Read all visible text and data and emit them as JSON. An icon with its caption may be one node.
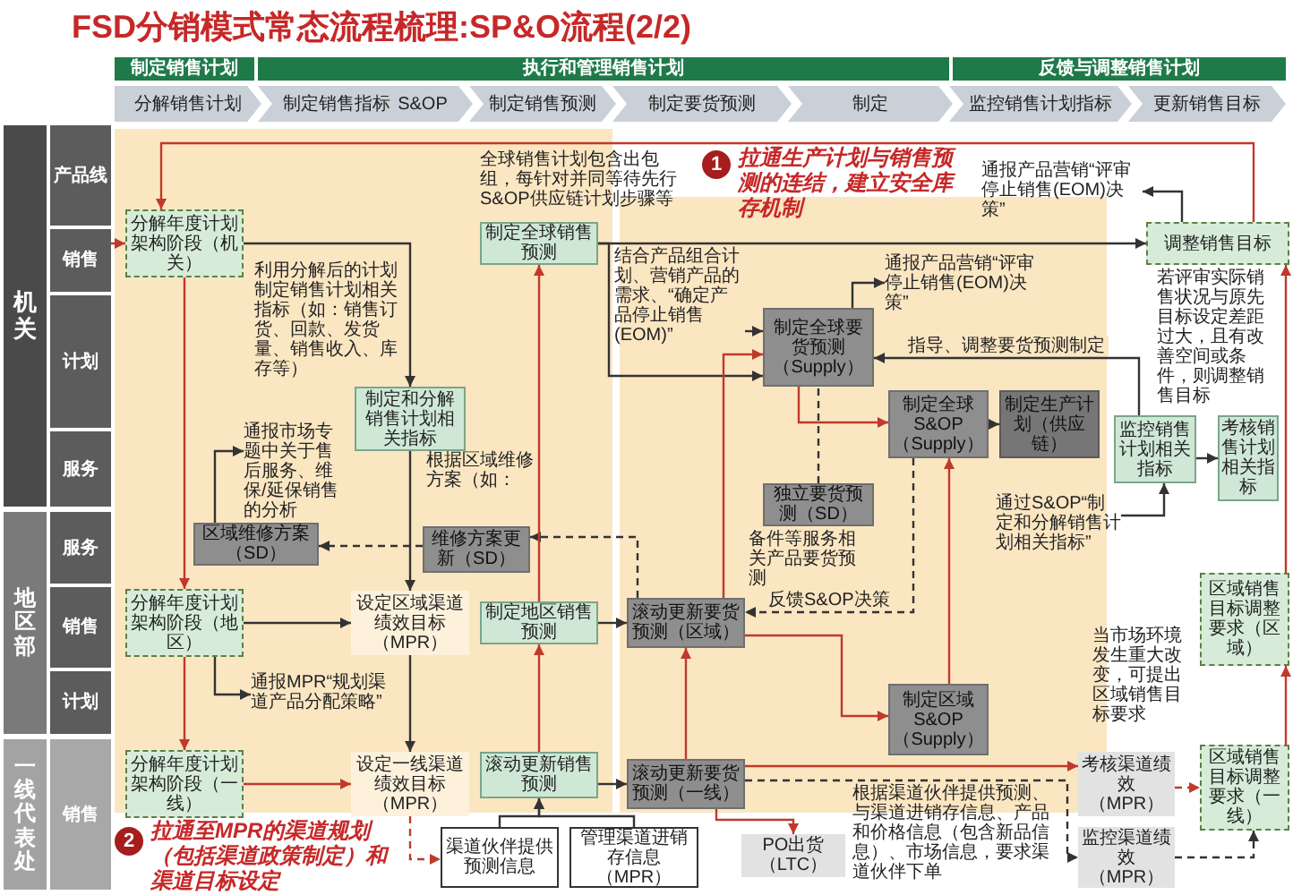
{
  "diagram": {
    "title": "FSD分销模式常态流程梳理:SP&O流程(2/2)",
    "nodes": [
      {
        "text": [
          "制定销售计划"
        ]
      },
      {
        "text": [
          "执行和管理销售计划"
        ]
      },
      {
        "text": [
          "反馈与调整销售计划"
        ]
      },
      {
        "text": [
          "分解销售计划"
        ]
      },
      {
        "text": [
          "制定销售指标",
          "S&OP"
        ]
      },
      {
        "text": [
          "制定销售预测"
        ]
      },
      {
        "text": [
          "制定要货预测"
        ]
      },
      {
        "text": [
          "制定"
        ]
      },
      {
        "text": [
          "监控销售计划指标"
        ]
      },
      {
        "text": [
          "更新销售目标"
        ]
      },
      {
        "text": [
          "机关"
        ]
      },
      {
        "text": [
          "产品线"
        ]
      },
      {
        "text": [
          "销售"
        ]
      },
      {
        "text": [
          "计划"
        ]
      },
      {
        "text": [
          "服务"
        ]
      },
      {
        "text": [
          "地区部"
        ]
      },
      {
        "text": [
          "服务"
        ]
      },
      {
        "text": [
          "销售"
        ]
      },
      {
        "text": [
          "计划"
        ]
      },
      {
        "text": [
          "一线代表处"
        ]
      },
      {
        "text": [
          "销售"
        ]
      },
      {
        "text": [
          "分解年度计划架构阶段（机关）"
        ]
      },
      {
        "text": [
          "制定和分解销售计划相关指标"
        ]
      },
      {
        "text": [
          "制定全球销售预测"
        ]
      },
      {
        "text": [
          "制定全球要货预测（Supply）"
        ]
      },
      {
        "text": [
          "制定全球S&OP（Supply）"
        ]
      },
      {
        "text": [
          "制定生产计划（供应链）"
        ]
      },
      {
        "text": [
          "独立要货预测（SD）"
        ],
        "beside": [
          "备件等服务相关产品要货预测"
        ]
      },
      {
        "text": [
          "监控销售计划相关指标"
        ]
      },
      {
        "text": [
          "考核销售计划相关指标"
        ]
      },
      {
        "text": [
          "调整销售目标"
        ]
      },
      {
        "text": [
          "区域维修方案（SD）"
        ]
      },
      {
        "text": [
          "维修方案更新（SD）"
        ]
      },
      {
        "text": [
          "分解年度计划架构阶段（地区）"
        ]
      },
      {
        "text": [
          "设定区域渠道绩效目标（MPR）"
        ]
      },
      {
        "text": [
          "制定地区销售预测"
        ]
      },
      {
        "text": [
          "滚动更新要货预测（区域）"
        ]
      },
      {
        "text": [
          "制定区域S&OP（Supply）"
        ]
      },
      {
        "text": [
          "分解年度计划架构阶段（一线）"
        ]
      },
      {
        "text": [
          "设定一线渠道绩效目标（MPR）"
        ]
      },
      {
        "text": [
          "滚动更新销售预测"
        ]
      },
      {
        "text": [
          "滚动更新要货预测（一线）"
        ]
      },
      {
        "text": [
          "渠道伙伴提供预测信息"
        ]
      },
      {
        "text": [
          "管理渠道进销存信息（MPR）"
        ]
      },
      {
        "text": [
          "PO出货（LTC）"
        ]
      },
      {
        "text": [
          "考核渠道绩效（MPR）"
        ]
      },
      {
        "text": [
          "监控渠道绩效（MPR）"
        ]
      },
      {
        "text": [
          "区域销售目标调整要求（区域）"
        ]
      },
      {
        "text": [
          "区域销售目标调整要求（一线）"
        ]
      },
      {
        "text": [
          "1"
        ],
        "beside": [
          "拉通生产计划与销售预测的连结，建立安全库存机制"
        ]
      },
      {
        "text": [
          "2"
        ],
        "beside": [
          "拉通至MPR的渠道规划（包括渠道政策制定）和渠道目标设定"
        ]
      },
      {
        "text": [
          "通报市场专题中关于售后服务、维保/延保销售的分析"
        ]
      },
      {
        "text": [
          "通报MPR“规划渠道产品分配策略”"
        ]
      },
      {
        "text": [
          "通报产品营销“评审停止销售(EOM)决策”"
        ]
      },
      {
        "text": [
          "通报产品营销“评审停止销售(EOM)决策”"
        ]
      },
      {
        "text": [
          "通过S&OP“制定和分解销售计划相关指标”"
        ]
      },
      {
        "text": [
          "结合产品组合计划、营销产品的需求、“确定产品停止销售(EOM)”"
        ]
      }
    ],
    "edges": [
      {
        "from": 12,
        "to": 21,
        "arrow": "to",
        "style": "dashed",
        "color": "#c0392b"
      },
      {
        "from": 21,
        "to": 22,
        "arrow": "to"
      },
      {
        "from": 21,
        "to": 33,
        "arrow": "to",
        "color": "#c0392b"
      },
      {
        "from": 33,
        "to": 38,
        "arrow": "to",
        "color": "#c0392b"
      },
      {
        "from": 30,
        "to": 21,
        "arrow": "to",
        "color": "#c0392b"
      },
      {
        "from": 47,
        "to": 30,
        "arrow": "to",
        "color": "#c0392b"
      },
      {
        "from": 48,
        "to": 47,
        "arrow": "to",
        "color": "#c0392b"
      },
      {
        "from": 23,
        "to": 30,
        "arrow": "to"
      },
      {
        "from": 23,
        "to": 24,
        "arrow": "to"
      },
      {
        "from": 24,
        "to": 25,
        "arrow": "to",
        "color": "#c0392b"
      },
      {
        "from": 25,
        "to": 26,
        "arrow": "to"
      },
      {
        "from": 27,
        "to": 24,
        "arrow": "none",
        "style": "dashed"
      },
      {
        "from": 37,
        "to": 25,
        "arrow": "to",
        "color": "#c0392b"
      },
      {
        "from": 36,
        "to": 37,
        "arrow": "to",
        "color": "#c0392b"
      },
      {
        "from": 25,
        "to": 36,
        "arrow": "to",
        "style": "dashed",
        "label": "反馈S&OP决策"
      },
      {
        "from": 36,
        "to": 32,
        "arrow": "to",
        "style": "dashed"
      },
      {
        "from": 32,
        "to": 31,
        "arrow": "to",
        "style": "dashed"
      },
      {
        "from": 22,
        "to": 34,
        "arrow": "to"
      },
      {
        "from": 31,
        "to": 51,
        "arrow": "to"
      },
      {
        "from": 33,
        "to": 34,
        "arrow": "to"
      },
      {
        "from": 34,
        "to": 39,
        "arrow": "to"
      },
      {
        "from": 38,
        "to": 39,
        "arrow": "to",
        "color": "#c0392b"
      },
      {
        "from": 33,
        "to": 52,
        "arrow": "to"
      },
      {
        "from": 39,
        "to": 42,
        "arrow": "to",
        "style": "dashed",
        "color": "#c0392b"
      },
      {
        "from": 40,
        "to": 35,
        "arrow": "to",
        "color": "#c0392b"
      },
      {
        "from": 35,
        "to": 36,
        "arrow": "to"
      },
      {
        "from": 41,
        "to": 36,
        "arrow": "to",
        "color": "#c0392b"
      },
      {
        "from": 40,
        "to": 41,
        "arrow": "to"
      },
      {
        "from": 42,
        "to": 40,
        "arrow": "to"
      },
      {
        "from": 43,
        "to": 40,
        "arrow": "to"
      },
      {
        "from": 41,
        "to": 45,
        "arrow": "to",
        "color": "#c0392b"
      },
      {
        "from": 41,
        "to": 46,
        "arrow": "to",
        "style": "dashed"
      },
      {
        "from": 45,
        "to": 48,
        "arrow": "to",
        "style": "dashed",
        "color": "#c0392b"
      },
      {
        "from": 46,
        "to": 48,
        "arrow": "to",
        "style": "dashed"
      },
      {
        "from": 41,
        "to": 44,
        "arrow": "to",
        "color": "#c0392b"
      },
      {
        "from": 24,
        "to": 53,
        "arrow": "to"
      },
      {
        "from": 30,
        "to": 54,
        "arrow": "to"
      },
      {
        "from": 55,
        "to": 28,
        "arrow": "to"
      },
      {
        "from": 28,
        "to": 29,
        "arrow": "to"
      },
      {
        "from": 28,
        "to": 24,
        "arrow": "to",
        "label": "指导、调整要货预测制定"
      },
      {
        "from": 56,
        "to": 24,
        "arrow": "to"
      },
      {
        "from": 35,
        "to": 23,
        "arrow": "to",
        "color": "#c0392b"
      },
      {
        "from": 36,
        "to": 24,
        "arrow": "to",
        "color": "#c0392b"
      }
    ],
    "labels": [
      "全球销售计划包含出包组，每针对并同等待先行S&OP供应链计划步骤等",
      "利用分解后的计划制定销售计划相关指标（如：销售订货、回款、发货量、销售收入、库存等）",
      "根据区域维修方案（如：",
      "若评审实际销售状况与原先目标设定差距过大，且有改善空间或条件，则调整销售目标",
      "当市场环境发生重大改变，可提出区域销售目标要求",
      "根据渠道伙伴提供预测、与渠道进销存信息、产品和价格信息（包含新品信息）、市场信息，要求渠道伙伴下单"
    ]
  }
}
